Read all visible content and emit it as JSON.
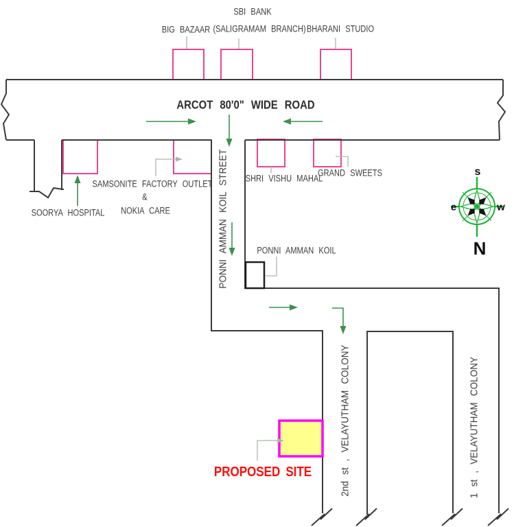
{
  "roads": {
    "arcot_road": "ARCOT 80'0\" WIDE ROAD",
    "ponni_street": "PONNI AMMAN KOIL STREET",
    "second_street": "2nd st , VELAYUTHAM COLONY",
    "first_street": "1 st , VELAYUTHAM COLONY"
  },
  "landmarks": {
    "big_bazaar": "BIG BAZAAR",
    "sbi_bank_line1": "SBI BANK",
    "sbi_bank_line2": "(SALIGRAMAM BRANCH)",
    "bharani_studio": "BHARANI STUDIO",
    "soorya_hospital": "SOORYA HOSPITAL",
    "samsonite_line1": "SAMSONITE FACTORY OUTLET",
    "samsonite_line2": "&",
    "samsonite_line3": "NOKIA CARE",
    "shri_vishu_mahal": "SHRI VISHU MAHAL",
    "grand_sweets": "GRAND SWEETS",
    "ponni_amman_koil": "PONNI AMMAN KOIL"
  },
  "site": {
    "label": "PROPOSED SITE"
  },
  "compass": {
    "top": "s",
    "left": "e",
    "right": "w",
    "bottom": "N"
  },
  "colors": {
    "road_line": "#3a3a3a",
    "building_outline": "#e84492",
    "site_border": "#ff00ff",
    "site_fill": "#ffff8e",
    "arrow_green": "#3f8f50",
    "compass_green": "#1cb032",
    "leader_gray": "#aab6ab",
    "label_text": "#3d3d3d",
    "site_label_red": "#fa0f0f"
  }
}
